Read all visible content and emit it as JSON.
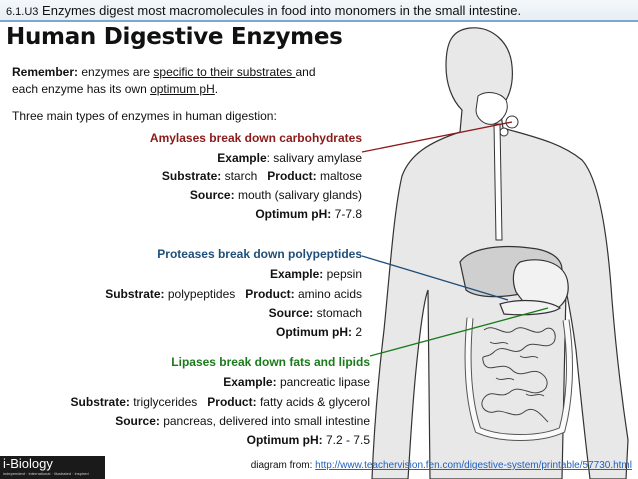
{
  "header": {
    "code": "6.1.U3",
    "text": "Enzymes digest most macromolecules in food into monomers in the small intestine."
  },
  "title": "Human Digestive Enzymes",
  "intro": {
    "remember_label": "Remember:",
    "line1_pre": "enzymes are ",
    "line1_link": "specific to their substrates ",
    "line1_post": "and",
    "line2_pre": "each enzyme has its own ",
    "line2_link": "optimum pH",
    "line2_post": ".",
    "types_line": "Three main types of enzymes in human digestion:"
  },
  "amylases": {
    "heading": "Amylases break down carbohydrates",
    "example_label": "Example",
    "example_value": ": salivary amylase",
    "substrate_label": "Substrate:",
    "substrate_value": " starch",
    "product_label": "Product:",
    "product_value": " maltose",
    "source_label": "Source:",
    "source_value": " mouth (salivary glands)",
    "ph_label": "Optimum pH:",
    "ph_value": " 7-7.8"
  },
  "proteases": {
    "heading": "Proteases break down polypeptides",
    "example_label": "Example:",
    "example_value": " pepsin",
    "substrate_label": "Substrate:",
    "substrate_value": " polypeptides",
    "product_label": "Product:",
    "product_value": " amino acids",
    "source_label": "Source:",
    "source_value": " stomach",
    "ph_label": "Optimum pH:",
    "ph_value": " 2"
  },
  "lipases": {
    "heading": "Lipases break down fats and lipids",
    "example_label": "Example:",
    "example_value": " pancreatic lipase",
    "substrate_label": "Substrate:",
    "substrate_value": " triglycerides",
    "product_label": "Product:",
    "product_value": " fatty acids & glycerol",
    "source_label": "Source:",
    "source_value": " pancreas, delivered into small intestine",
    "ph_label": "Optimum pH:",
    "ph_value": " 7.2 - 7.5"
  },
  "logo": {
    "name": "i-Biology",
    "tagline": "independent · international · illustrated · inspired"
  },
  "credit": {
    "prefix": "diagram from: ",
    "link": "http://www.teachervision.fen.com/digestive-system/printable/57730.html"
  },
  "colors": {
    "amylase": "#8b1a1a",
    "protease": "#1f4e79",
    "lipase": "#1a7a1a",
    "header_border": "#7fa7c9"
  }
}
